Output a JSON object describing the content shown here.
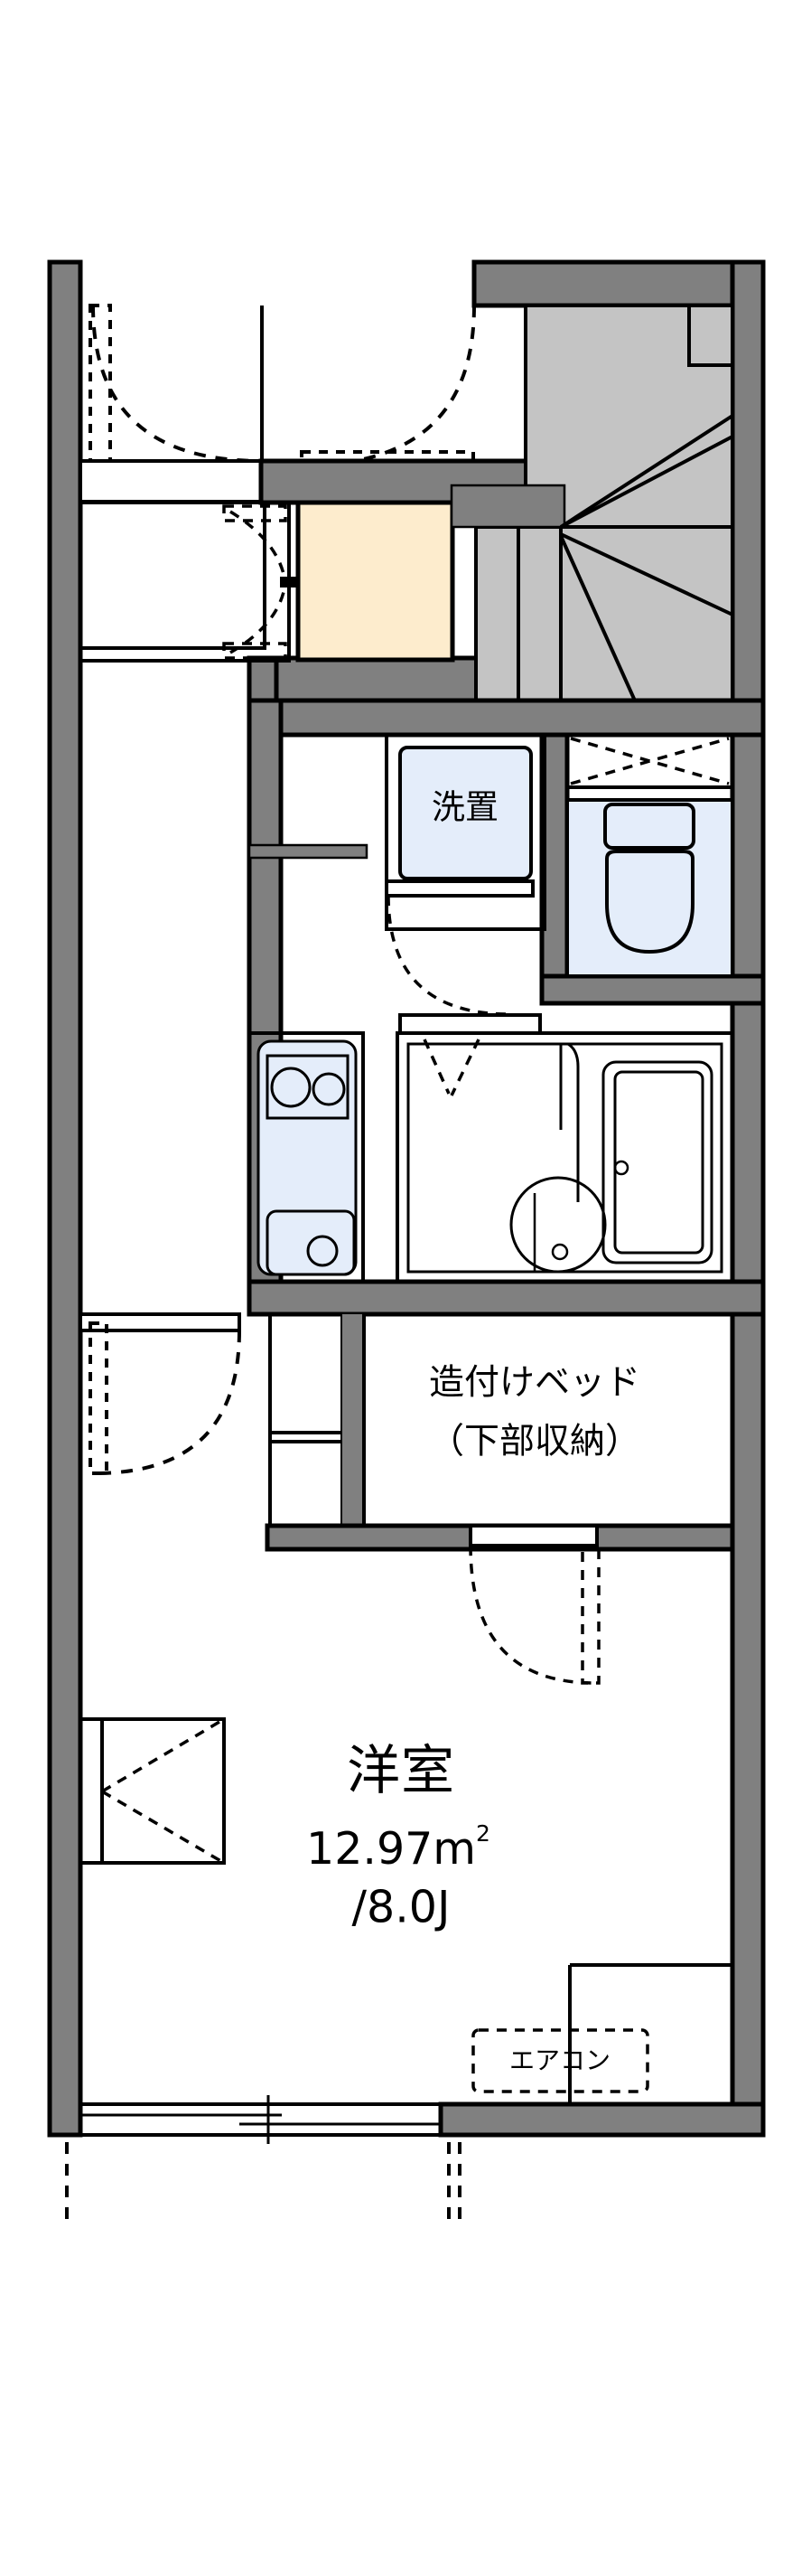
{
  "plan": {
    "type": "apartment-floor-plan",
    "rooms": [
      {
        "id": "main-room",
        "name": "洋室",
        "area_m2": "12.97m",
        "area_sup": "2",
        "area_jo": "/8.0J"
      },
      {
        "id": "washer-space",
        "name": "洗置"
      },
      {
        "id": "built-in-bed",
        "line1": "造付けベッド",
        "line2": "（下部収納）"
      }
    ],
    "fixtures": [
      {
        "id": "air-conditioner",
        "label": "エアコン"
      },
      {
        "id": "toilet",
        "label": ""
      },
      {
        "id": "bathtub",
        "label": ""
      },
      {
        "id": "washbasin",
        "label": ""
      },
      {
        "id": "kitchen-sink",
        "label": ""
      },
      {
        "id": "stove-two-burner",
        "label": ""
      },
      {
        "id": "staircase",
        "label": ""
      },
      {
        "id": "genkan",
        "label": ""
      },
      {
        "id": "shoe-closet",
        "label": ""
      },
      {
        "id": "closet-shelf",
        "label": ""
      },
      {
        "id": "window-left",
        "label": ""
      },
      {
        "id": "window-bottom-sliding",
        "label": ""
      },
      {
        "id": "entry-door",
        "label": ""
      }
    ],
    "colors": {
      "wall": "#808080",
      "outline": "#000000",
      "stair": "#c4c4c4",
      "genkan": "#fdeccd",
      "water": "#e4edfa",
      "background": "#ffffff"
    }
  }
}
